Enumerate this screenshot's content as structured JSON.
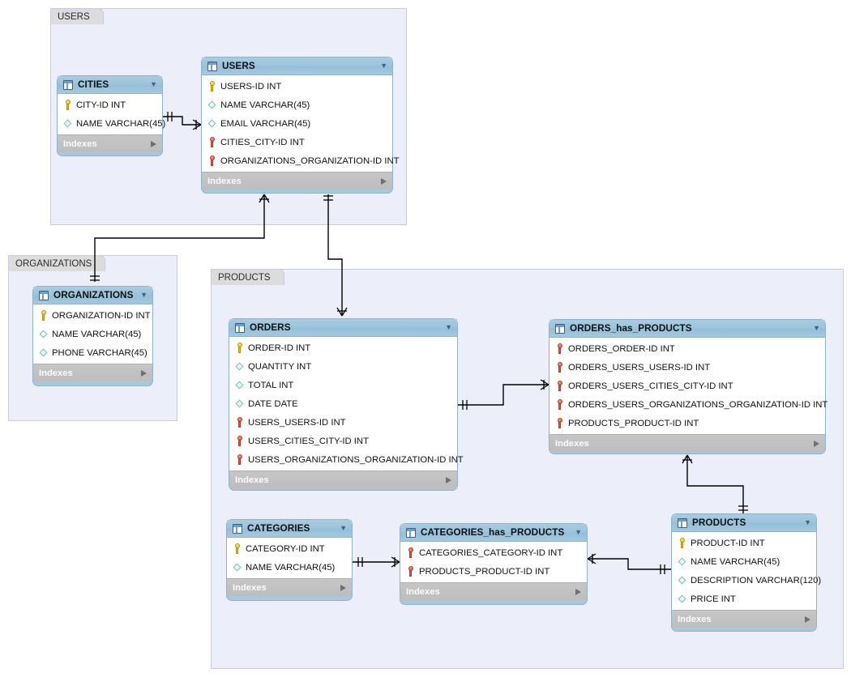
{
  "app": {
    "kind": "er-diagram",
    "canvas_bg": "#ffffff"
  },
  "colors": {
    "layer_bg": "#eceef9",
    "layer_border": "#c9cbdb",
    "layer_tab_bg": "#dcdcdc",
    "table_header": "#9cc4dc",
    "table_border": "#8fb2cc",
    "indexes_bar": "#c0c0c0",
    "pk_icon": "#e8bb10",
    "fk_icon": "#e2573c",
    "column_icon": "#69c0bd",
    "connector": "#000000"
  },
  "layers": [
    {
      "id": "layer-users",
      "label": "USERS"
    },
    {
      "id": "layer-organizations",
      "label": "ORGANIZATIONS"
    },
    {
      "id": "layer-products",
      "label": "PRODUCTS"
    }
  ],
  "indexes_label": "Indexes",
  "tables": [
    {
      "id": "cities",
      "name": "CITIES",
      "columns": [
        {
          "key": "pk",
          "text": "CITY-ID INT"
        },
        {
          "key": "plain",
          "text": "NAME VARCHAR(45)"
        }
      ]
    },
    {
      "id": "users",
      "name": "USERS",
      "columns": [
        {
          "key": "pk",
          "text": "USERS-ID INT"
        },
        {
          "key": "plain",
          "text": "NAME VARCHAR(45)"
        },
        {
          "key": "plain",
          "text": "EMAIL VARCHAR(45)"
        },
        {
          "key": "fk",
          "text": "CITIES_CITY-ID INT"
        },
        {
          "key": "fk",
          "text": "ORGANIZATIONS_ORGANIZATION-ID INT"
        }
      ]
    },
    {
      "id": "organizations",
      "name": "ORGANIZATIONS",
      "columns": [
        {
          "key": "pk",
          "text": "ORGANIZATION-ID INT"
        },
        {
          "key": "plain",
          "text": "NAME VARCHAR(45)"
        },
        {
          "key": "plain",
          "text": "PHONE VARCHAR(45)"
        }
      ]
    },
    {
      "id": "orders",
      "name": "ORDERS",
      "columns": [
        {
          "key": "pk",
          "text": "ORDER-ID INT"
        },
        {
          "key": "plain",
          "text": "QUANTITY INT"
        },
        {
          "key": "plain",
          "text": "TOTAL INT"
        },
        {
          "key": "plain",
          "text": "DATE DATE"
        },
        {
          "key": "fk",
          "text": "USERS_USERS-ID INT"
        },
        {
          "key": "fk",
          "text": "USERS_CITIES_CITY-ID INT"
        },
        {
          "key": "fk",
          "text": "USERS_ORGANIZATIONS_ORGANIZATION-ID INT"
        }
      ]
    },
    {
      "id": "orders_has_products",
      "name": "ORDERS_has_PRODUCTS",
      "columns": [
        {
          "key": "fk",
          "text": "ORDERS_ORDER-ID INT"
        },
        {
          "key": "fk",
          "text": "ORDERS_USERS_USERS-ID INT"
        },
        {
          "key": "fk",
          "text": "ORDERS_USERS_CITIES_CITY-ID INT"
        },
        {
          "key": "fk",
          "text": "ORDERS_USERS_ORGANIZATIONS_ORGANIZATION-ID INT"
        },
        {
          "key": "fk",
          "text": "PRODUCTS_PRODUCT-ID INT"
        }
      ]
    },
    {
      "id": "categories",
      "name": "CATEGORIES",
      "columns": [
        {
          "key": "pk",
          "text": "CATEGORY-ID INT"
        },
        {
          "key": "plain",
          "text": "NAME VARCHAR(45)"
        }
      ]
    },
    {
      "id": "categories_has_products",
      "name": "CATEGORIES_has_PRODUCTS",
      "columns": [
        {
          "key": "fk",
          "text": "CATEGORIES_CATEGORY-ID INT"
        },
        {
          "key": "fk",
          "text": "PRODUCTS_PRODUCT-ID INT"
        }
      ]
    },
    {
      "id": "products",
      "name": "PRODUCTS",
      "columns": [
        {
          "key": "pk",
          "text": "PRODUCT-ID INT"
        },
        {
          "key": "plain",
          "text": "NAME VARCHAR(45)"
        },
        {
          "key": "plain",
          "text": "DESCRIPTION VARCHAR(120)"
        },
        {
          "key": "plain",
          "text": "PRICE INT"
        }
      ]
    }
  ],
  "relationships": [
    {
      "id": "cities-users",
      "from": "CITIES",
      "to": "USERS",
      "from_card": "one",
      "to_card": "many"
    },
    {
      "id": "organizations-users",
      "from": "ORGANIZATIONS",
      "to": "USERS",
      "from_card": "one",
      "to_card": "many"
    },
    {
      "id": "users-orders",
      "from": "USERS",
      "to": "ORDERS",
      "from_card": "one",
      "to_card": "many"
    },
    {
      "id": "orders-orders_has_products",
      "from": "ORDERS",
      "to": "ORDERS_has_PRODUCTS",
      "from_card": "one",
      "to_card": "many"
    },
    {
      "id": "products-orders_has_products",
      "from": "PRODUCTS",
      "to": "ORDERS_has_PRODUCTS",
      "from_card": "one",
      "to_card": "many"
    },
    {
      "id": "categories-cat_has_products",
      "from": "CATEGORIES",
      "to": "CATEGORIES_has_PRODUCTS",
      "from_card": "one",
      "to_card": "many"
    },
    {
      "id": "products-cat_has_products",
      "from": "PRODUCTS",
      "to": "CATEGORIES_has_PRODUCTS",
      "from_card": "one",
      "to_card": "many"
    }
  ]
}
